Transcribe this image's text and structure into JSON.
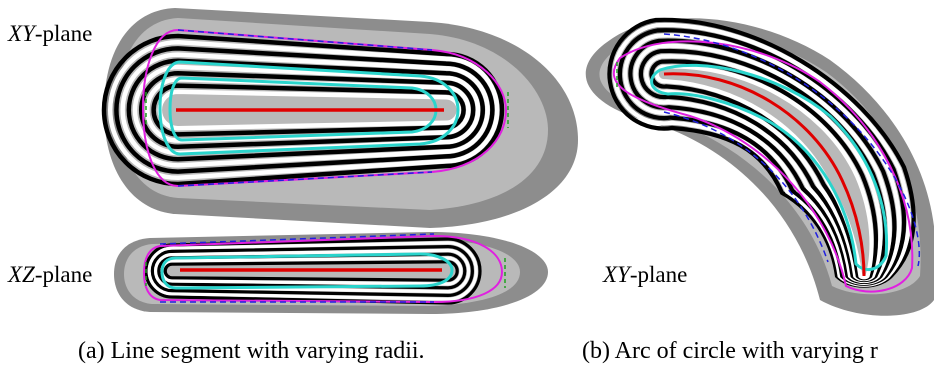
{
  "figure": {
    "panel_a": {
      "label_top_var": "XY",
      "label_top_suffix": "-plane",
      "label_bottom_var": "XZ",
      "label_bottom_suffix": "-plane",
      "caption": "(a) Line segment with varying radii."
    },
    "panel_b": {
      "label_var": "XY",
      "label_suffix": "-plane",
      "caption": "(b) Arc of circle with varying r"
    }
  },
  "colors": {
    "background": "#ffffff",
    "halo": "#8a8a8a",
    "band_dark": "#000000",
    "band_light": "#ffffff",
    "skeleton": "#e00000",
    "cyan_contour": "#2ad4cc",
    "magenta_contour": "#e020e0",
    "blue_dashed": "#2020e0",
    "green_dashed": "#20a020"
  }
}
